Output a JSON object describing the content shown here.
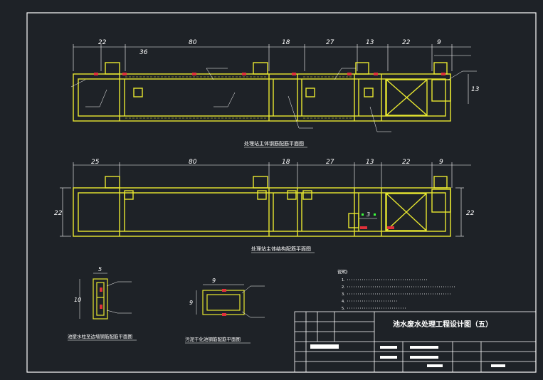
{
  "colors": {
    "background": "#1e2227",
    "frame": "#ffffff",
    "structure": "#e8e830",
    "dimension": "#ffffff",
    "annotation": "#ffffff",
    "pipe": "#e0303a",
    "accent_green": "#3cff3c"
  },
  "top_plan": {
    "dimensions": [
      "22",
      "36",
      "80",
      "18",
      "27",
      "13",
      "22",
      "9"
    ],
    "side_dimension": "13",
    "caption": "处理站主体钢筋配筋平面图"
  },
  "bottom_plan": {
    "dimensions": [
      "25",
      "80",
      "18",
      "27",
      "13",
      "22",
      "9"
    ],
    "left_dimension": "22",
    "right_dimension": "22",
    "small_dimension": "3",
    "caption": "处理站主体结构配筋平面图"
  },
  "detail_left": {
    "dimension_top": "5",
    "dimension_side": "10",
    "caption": "池壁水柱至边墙钢筋配筋平面图"
  },
  "detail_middle": {
    "dimension_top": "9",
    "dimension_side": "9",
    "caption": "污泥干化池钢筋配筋平面图"
  },
  "notes": {
    "heading": "说明:",
    "items": [
      "1.",
      "2.",
      "3.",
      "4.",
      "5."
    ]
  },
  "title_block": {
    "title": "池水废水处理工程设计图（五）"
  }
}
